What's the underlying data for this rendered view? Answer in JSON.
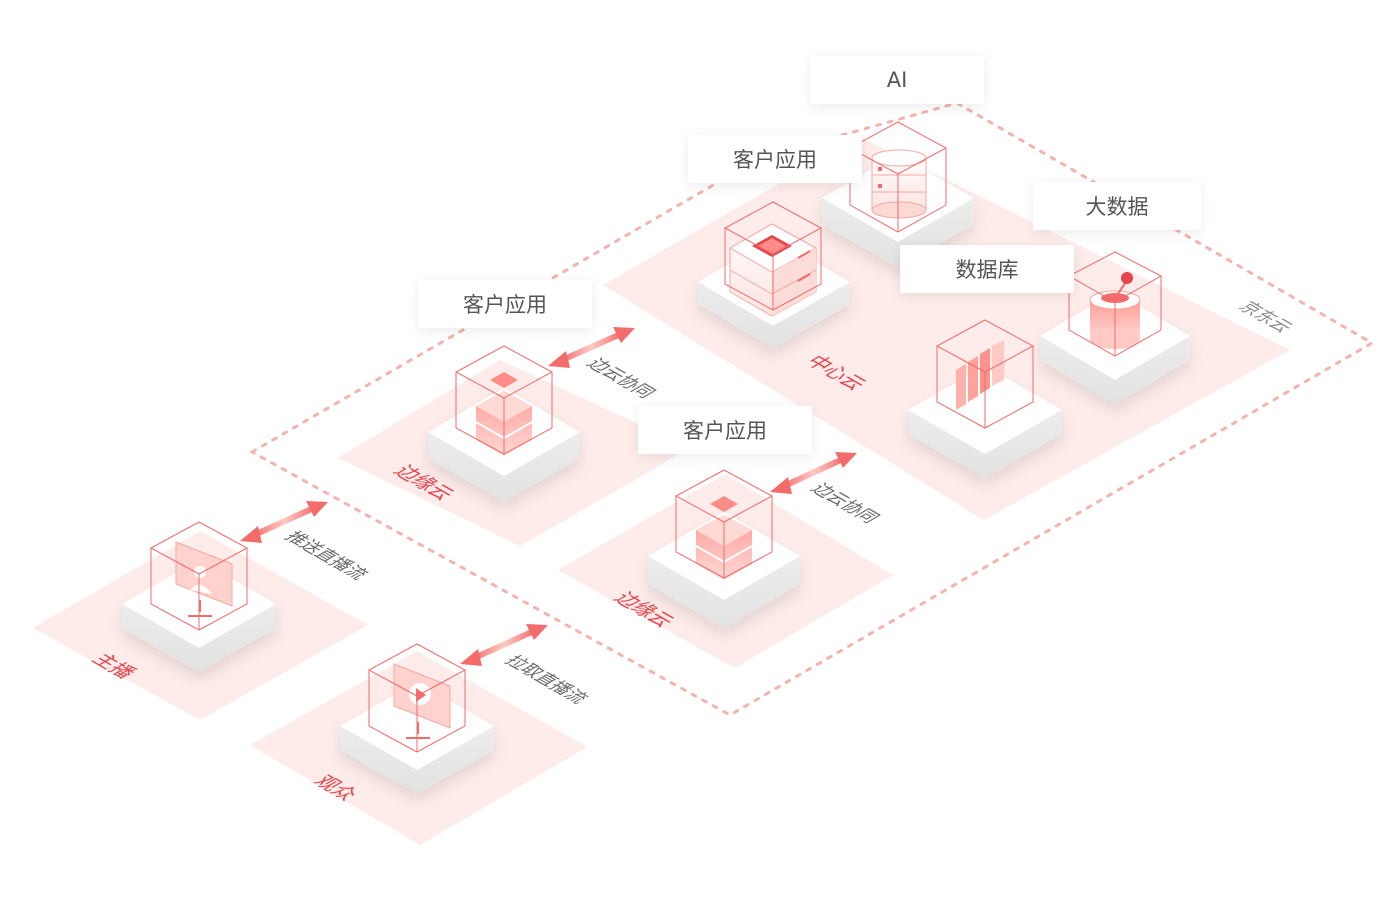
{
  "labels": {
    "ai": "AI",
    "app_center": "客户应用",
    "big_data": "大数据",
    "database": "数据库",
    "app_edge1": "客户应用",
    "app_edge2": "客户应用"
  },
  "zones": {
    "center": "中心云",
    "edge1": "边缘云",
    "edge2": "边缘云",
    "anchor": "主播",
    "audience": "观众"
  },
  "connectors": {
    "edge1_sync": "边云协同",
    "edge2_sync": "边云协同",
    "push": "推送直播流",
    "pull": "拉取直播流"
  },
  "brand": "京东云",
  "icons": [
    "ai-database-cylinder-icon",
    "chip-server-icon",
    "big-data-cylinder-icon",
    "file-cabinet-icon",
    "edge-server-icon",
    "anchor-monitor-icon",
    "audience-play-icon"
  ],
  "colors": {
    "accent": "#e8424a",
    "zone_fill": "#fdecea",
    "dashed_border": "#f4b4ad"
  }
}
